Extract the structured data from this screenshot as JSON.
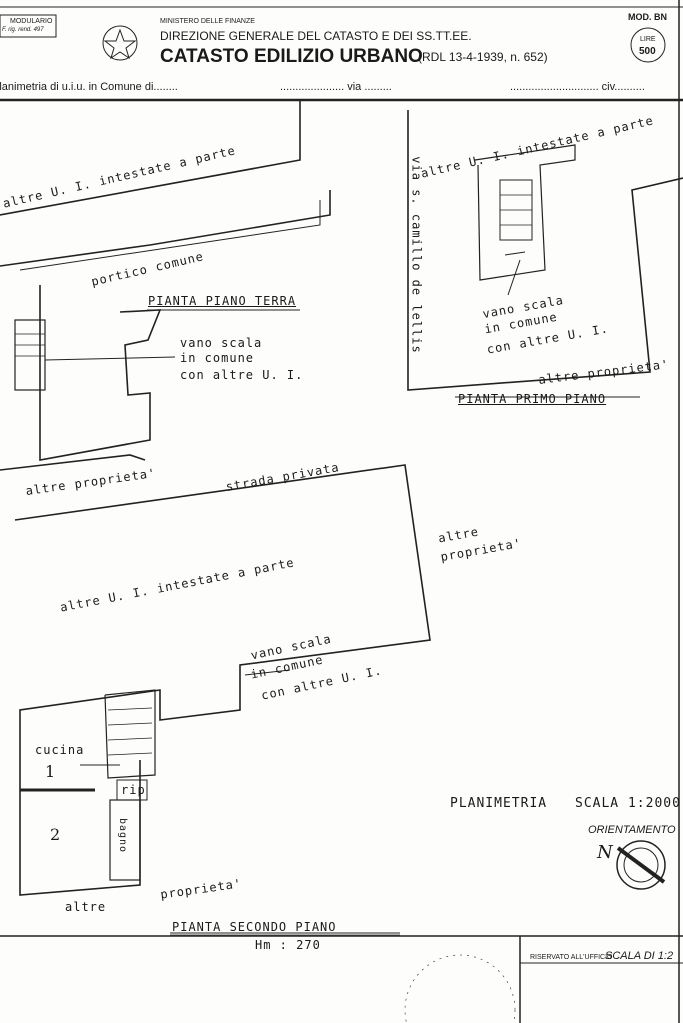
{
  "header": {
    "modulario_line1": "MODULARIO",
    "modulario_line2": "F. rig. rend. 497",
    "ministry": "MINISTERO DELLE FINANZE",
    "direction": "DIREZIONE GENERALE DEL CATASTO E DEI SS.TT.EE.",
    "title": "CATASTO EDILIZIO URBANO",
    "law_ref": "(RDL 13-4-1939, n. 652)",
    "model": "MOD. BN",
    "stamp_currency": "LIRE",
    "stamp_value": "500",
    "line_comune": "Planimetria di u.i.u. in Comune di........",
    "line_via": "..................... via .........",
    "line_civ": "............................. civ.........."
  },
  "plans": {
    "ground": {
      "label_other_units": "altre U. I. intestate a parte",
      "label_portico": "portico comune",
      "title": "PIANTA PIANO TERRA",
      "stair_lines": [
        "vano scala",
        "in comune",
        "con altre U. I."
      ],
      "label_other_property": "altre proprieta'",
      "label_street": "strada privata"
    },
    "first": {
      "label_other_units": "altre U. I. intestate a parte",
      "street_name": "via s. camillo de lellis",
      "stair_lines": [
        "vano scala",
        "in comune",
        "con altre U. I."
      ],
      "label_other_property": "altre proprieta'",
      "title": "PIANTA PRIMO PIANO"
    },
    "second": {
      "label_other_property_lines": [
        "altre",
        "proprieta'"
      ],
      "label_other_units": "altre U. I. intestate a parte",
      "stair_lines": [
        "vano scala",
        "in comune",
        "con altre U. I."
      ],
      "room_kitchen": "cucina",
      "room_1": "1",
      "room_storage": "rip",
      "room_2": "2",
      "room_bath": "bagno",
      "label_property": "proprieta'",
      "label_altre": "altre",
      "title": "PIANTA SECONDO PIANO",
      "height": "Hm : 270"
    }
  },
  "footer": {
    "planimetria": "PLANIMETRIA",
    "scale": "SCALA 1:2000",
    "orientation": "ORIENTAMENTO",
    "north": "N",
    "scale_note": "SCALA DI 1:2",
    "reserved": "RISERVATO ALL'UFFICIO"
  }
}
